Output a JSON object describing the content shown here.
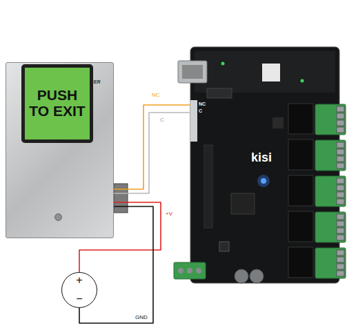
{
  "diagram": {
    "nodes": [
      {
        "text": [
          "ENFORCER"
        ]
      },
      {
        "text": [
          "PUSH TO EXIT"
        ],
        "in": 0
      },
      {
        "text": [
          "kisi"
        ]
      },
      {
        "text": [
          "+",
          "−"
        ]
      }
    ],
    "edges": [
      {
        "from": 0,
        "to": 2,
        "arrow": "none",
        "label": "NC"
      },
      {
        "from": 0,
        "to": 2,
        "arrow": "none",
        "label": "C"
      },
      {
        "from": 0,
        "to": 3,
        "arrow": "none",
        "label": "+V"
      },
      {
        "from": 0,
        "to": 3,
        "arrow": "none",
        "label": "GND"
      }
    ],
    "labels": [
      "NC",
      "C"
    ]
  }
}
